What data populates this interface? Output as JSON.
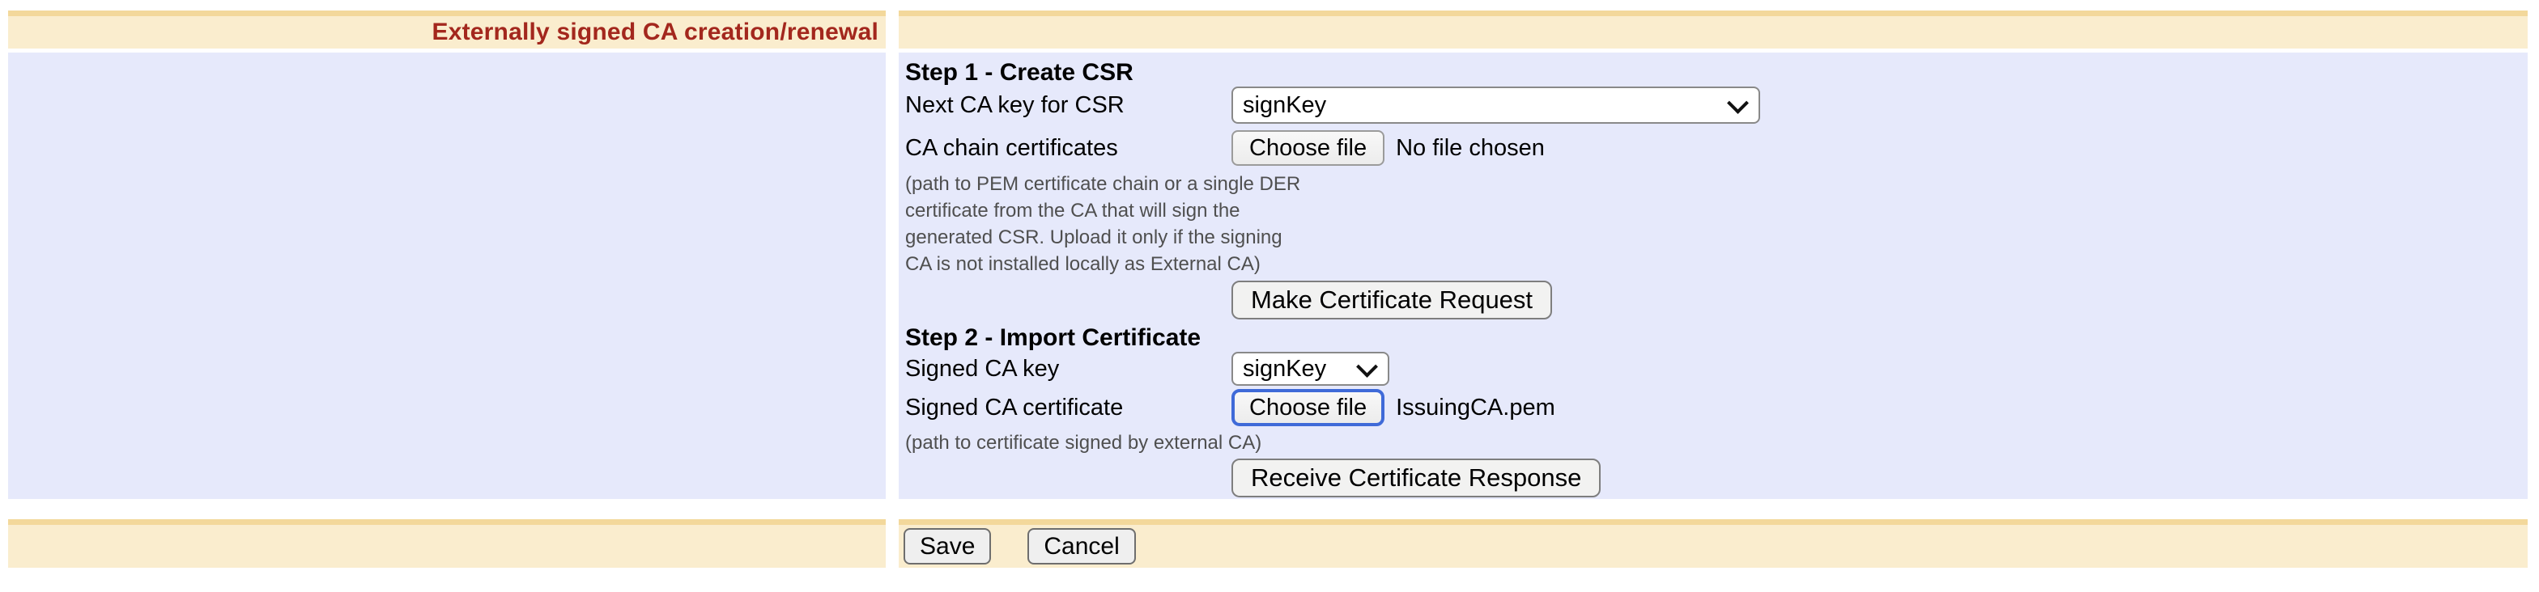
{
  "header": {
    "title": "Externally signed CA creation/renewal"
  },
  "form": {
    "step1": {
      "heading": "Step 1 - Create CSR",
      "next_ca_key_label": "Next CA key for CSR",
      "next_ca_key_value": "signKey",
      "ca_chain_label": "CA chain certificates",
      "choose_file_label": "Choose file",
      "no_file_text": "No file chosen",
      "help_lines": [
        "(path to PEM certificate chain or a single DER",
        "certificate from the CA that will sign the",
        "generated CSR. Upload it only if the signing",
        "CA is not installed locally as External CA)"
      ],
      "make_request_button": "Make Certificate Request"
    },
    "step2": {
      "heading": "Step 2 - Import Certificate",
      "signed_key_label": "Signed CA key",
      "signed_key_value": "signKey",
      "signed_cert_label": "Signed CA certificate",
      "choose_file_label": "Choose file",
      "file_name": "IssuingCA.pem",
      "help_line": "(path to certificate signed by external CA)",
      "receive_button": "Receive Certificate Response"
    }
  },
  "footer": {
    "save": "Save",
    "cancel": "Cancel"
  },
  "colors": {
    "bar_cream": "#FAEDCE",
    "bar_tan_border": "#F3D89B",
    "panel_lavender": "#E6E9FB",
    "title_red": "#A3271D",
    "help_gray": "#4F4F4F",
    "focus_blue": "#3F6AD8",
    "button_gray": "#F2F2F1"
  }
}
